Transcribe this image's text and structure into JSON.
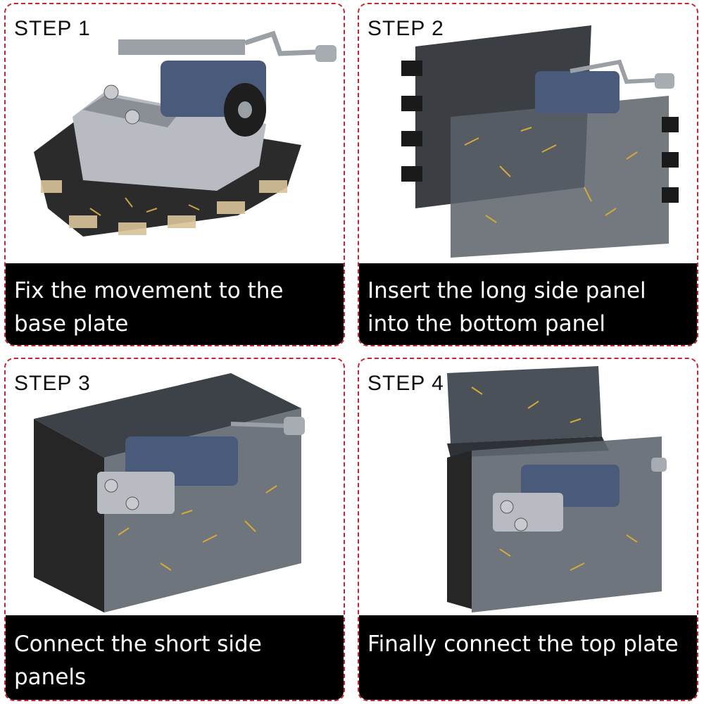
{
  "steps": [
    {
      "label": "STEP  1",
      "caption": "Fix the movement to the base plate"
    },
    {
      "label": "STEP  2",
      "caption": "Insert the long side panel into the bottom panel"
    },
    {
      "label": "STEP  3",
      "caption": "Connect the short side panels"
    },
    {
      "label": "STEP  4",
      "caption": "Finally connect the top plate"
    }
  ],
  "colors": {
    "border": "#c4262e",
    "caption_bg": "#000000",
    "caption_text": "#ffffff"
  }
}
